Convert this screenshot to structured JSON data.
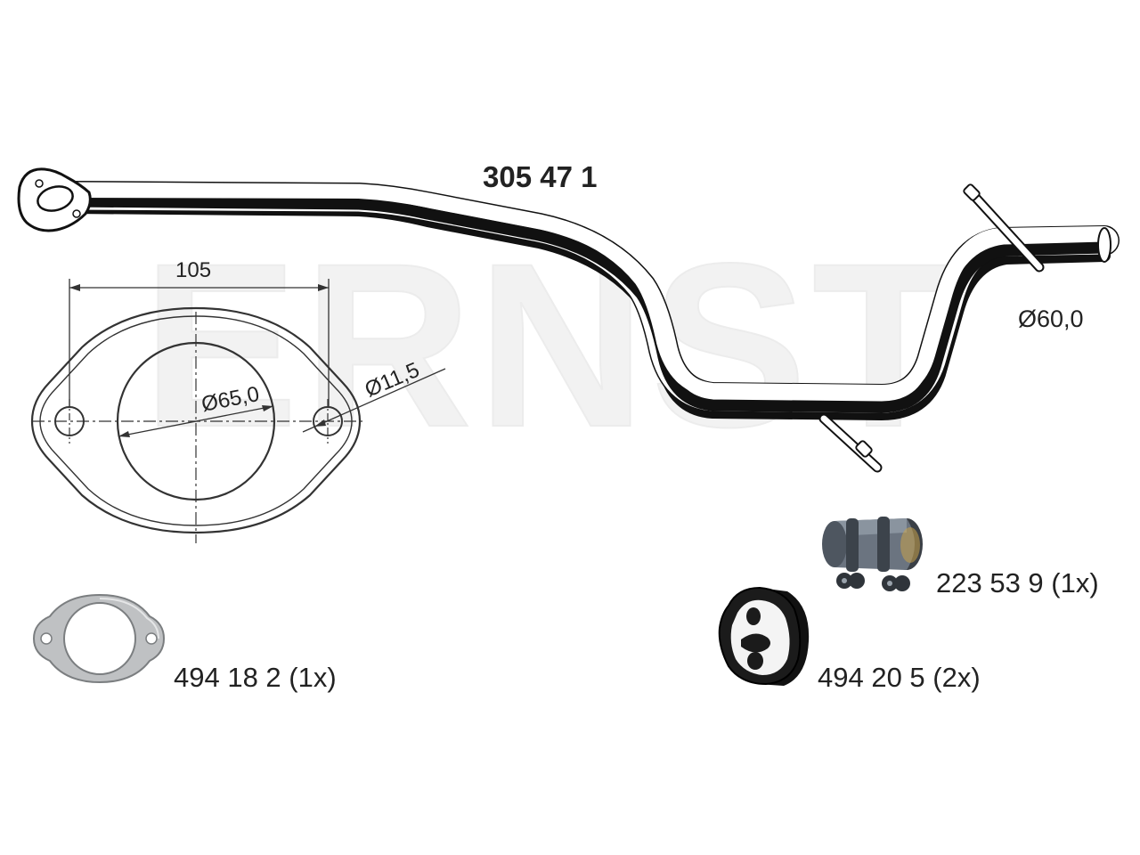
{
  "watermark": "ERNST",
  "main_part": {
    "number": "305 47 1",
    "pipe_diameter": "Ø60,0"
  },
  "flange_drawing": {
    "hole_spacing": "105",
    "bore_diameter": "Ø65,0",
    "hole_diameter": "Ø11,5"
  },
  "accessories": [
    {
      "label": "494 18 2 (1x)",
      "icon": "gasket-icon"
    },
    {
      "label": "223 53 9 (1x)",
      "icon": "pipe-clamp-icon"
    },
    {
      "label": "494 20 5 (2x)",
      "icon": "rubber-mount-icon"
    }
  ],
  "colors": {
    "line": "#111111",
    "gasket": "#b9bbbd",
    "clamp": "#5a6470",
    "rubber": "#1a1a1a",
    "watermark": "#f3f3f3"
  }
}
